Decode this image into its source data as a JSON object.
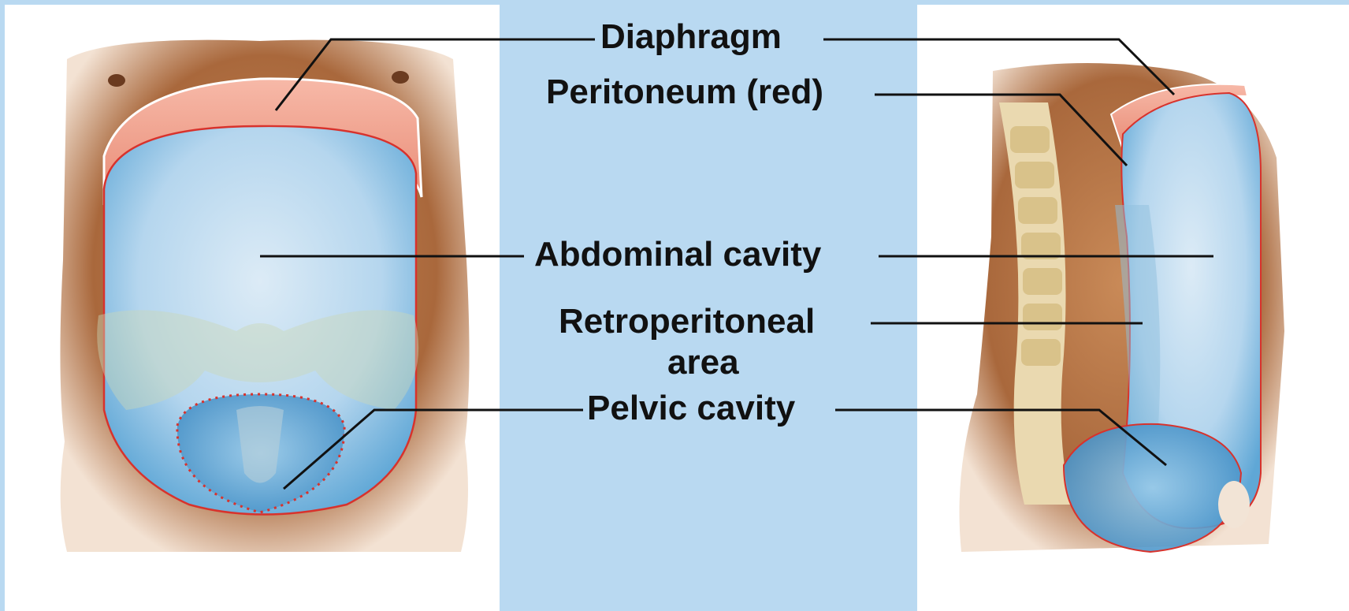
{
  "labels": {
    "diaphragm": "Diaphragm",
    "peritoneum": "Peritoneum (red)",
    "abdominal_cavity": "Abdominal cavity",
    "retroperitoneal_line1": "Retroperitoneal",
    "retroperitoneal_line2": "area",
    "pelvic_cavity": "Pelvic cavity"
  },
  "colors": {
    "background": "#b9d9f1",
    "panel": "#ffffff",
    "skin": "#b0764a",
    "cavity": "#8ec6e8",
    "peritoneum": "#d8322c",
    "diaphragm": "#f2a592",
    "leader_line": "#111111"
  }
}
